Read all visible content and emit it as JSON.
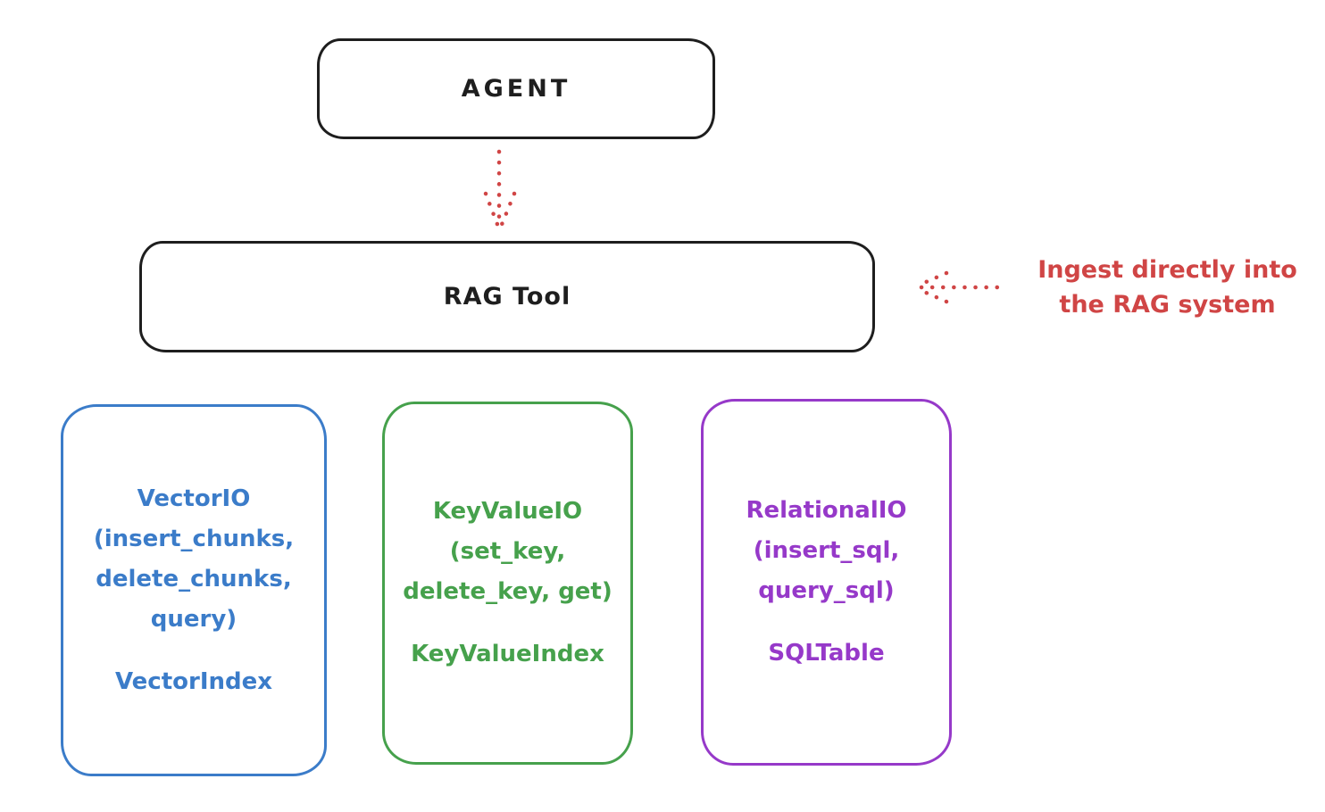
{
  "diagram": {
    "agent": {
      "label": "AGENT"
    },
    "rag_tool": {
      "label": "RAG Tool"
    },
    "annotation": {
      "text": "Ingest directly into\nthe RAG system"
    },
    "io_boxes": [
      {
        "text": "VectorIO\n(insert_chunks,\ndelete_chunks,\nquery)",
        "index": "VectorIndex",
        "color": "#3b7cc9"
      },
      {
        "text": "KeyValueIO\n(set_key,\ndelete_key, get)",
        "index": "KeyValueIndex",
        "color": "#46a14c"
      },
      {
        "text": "RelationalIO\n(insert_sql,\nquery_sql)",
        "index": "SQLTable",
        "color": "#9639c9"
      }
    ]
  },
  "theme": {
    "ink": "#1e1e1e",
    "accent-red": "#d04545",
    "accent-blue": "#3b7cc9",
    "accent-green": "#46a14c",
    "accent-purple": "#9639c9",
    "background": "#ffffff"
  }
}
